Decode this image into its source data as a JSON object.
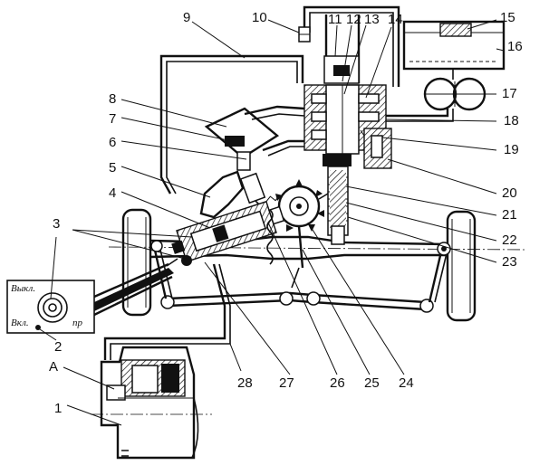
{
  "figure": {
    "callouts": [
      "1",
      "2",
      "3",
      "4",
      "5",
      "6",
      "7",
      "8",
      "9",
      "10",
      "11",
      "12",
      "13",
      "14",
      "15",
      "16",
      "17",
      "18",
      "19",
      "20",
      "21",
      "22",
      "23",
      "24",
      "25",
      "26",
      "27",
      "28",
      "A"
    ],
    "switch_labels": {
      "off": "Выкл.",
      "on": "Вкл.",
      "pr": "пр"
    }
  }
}
